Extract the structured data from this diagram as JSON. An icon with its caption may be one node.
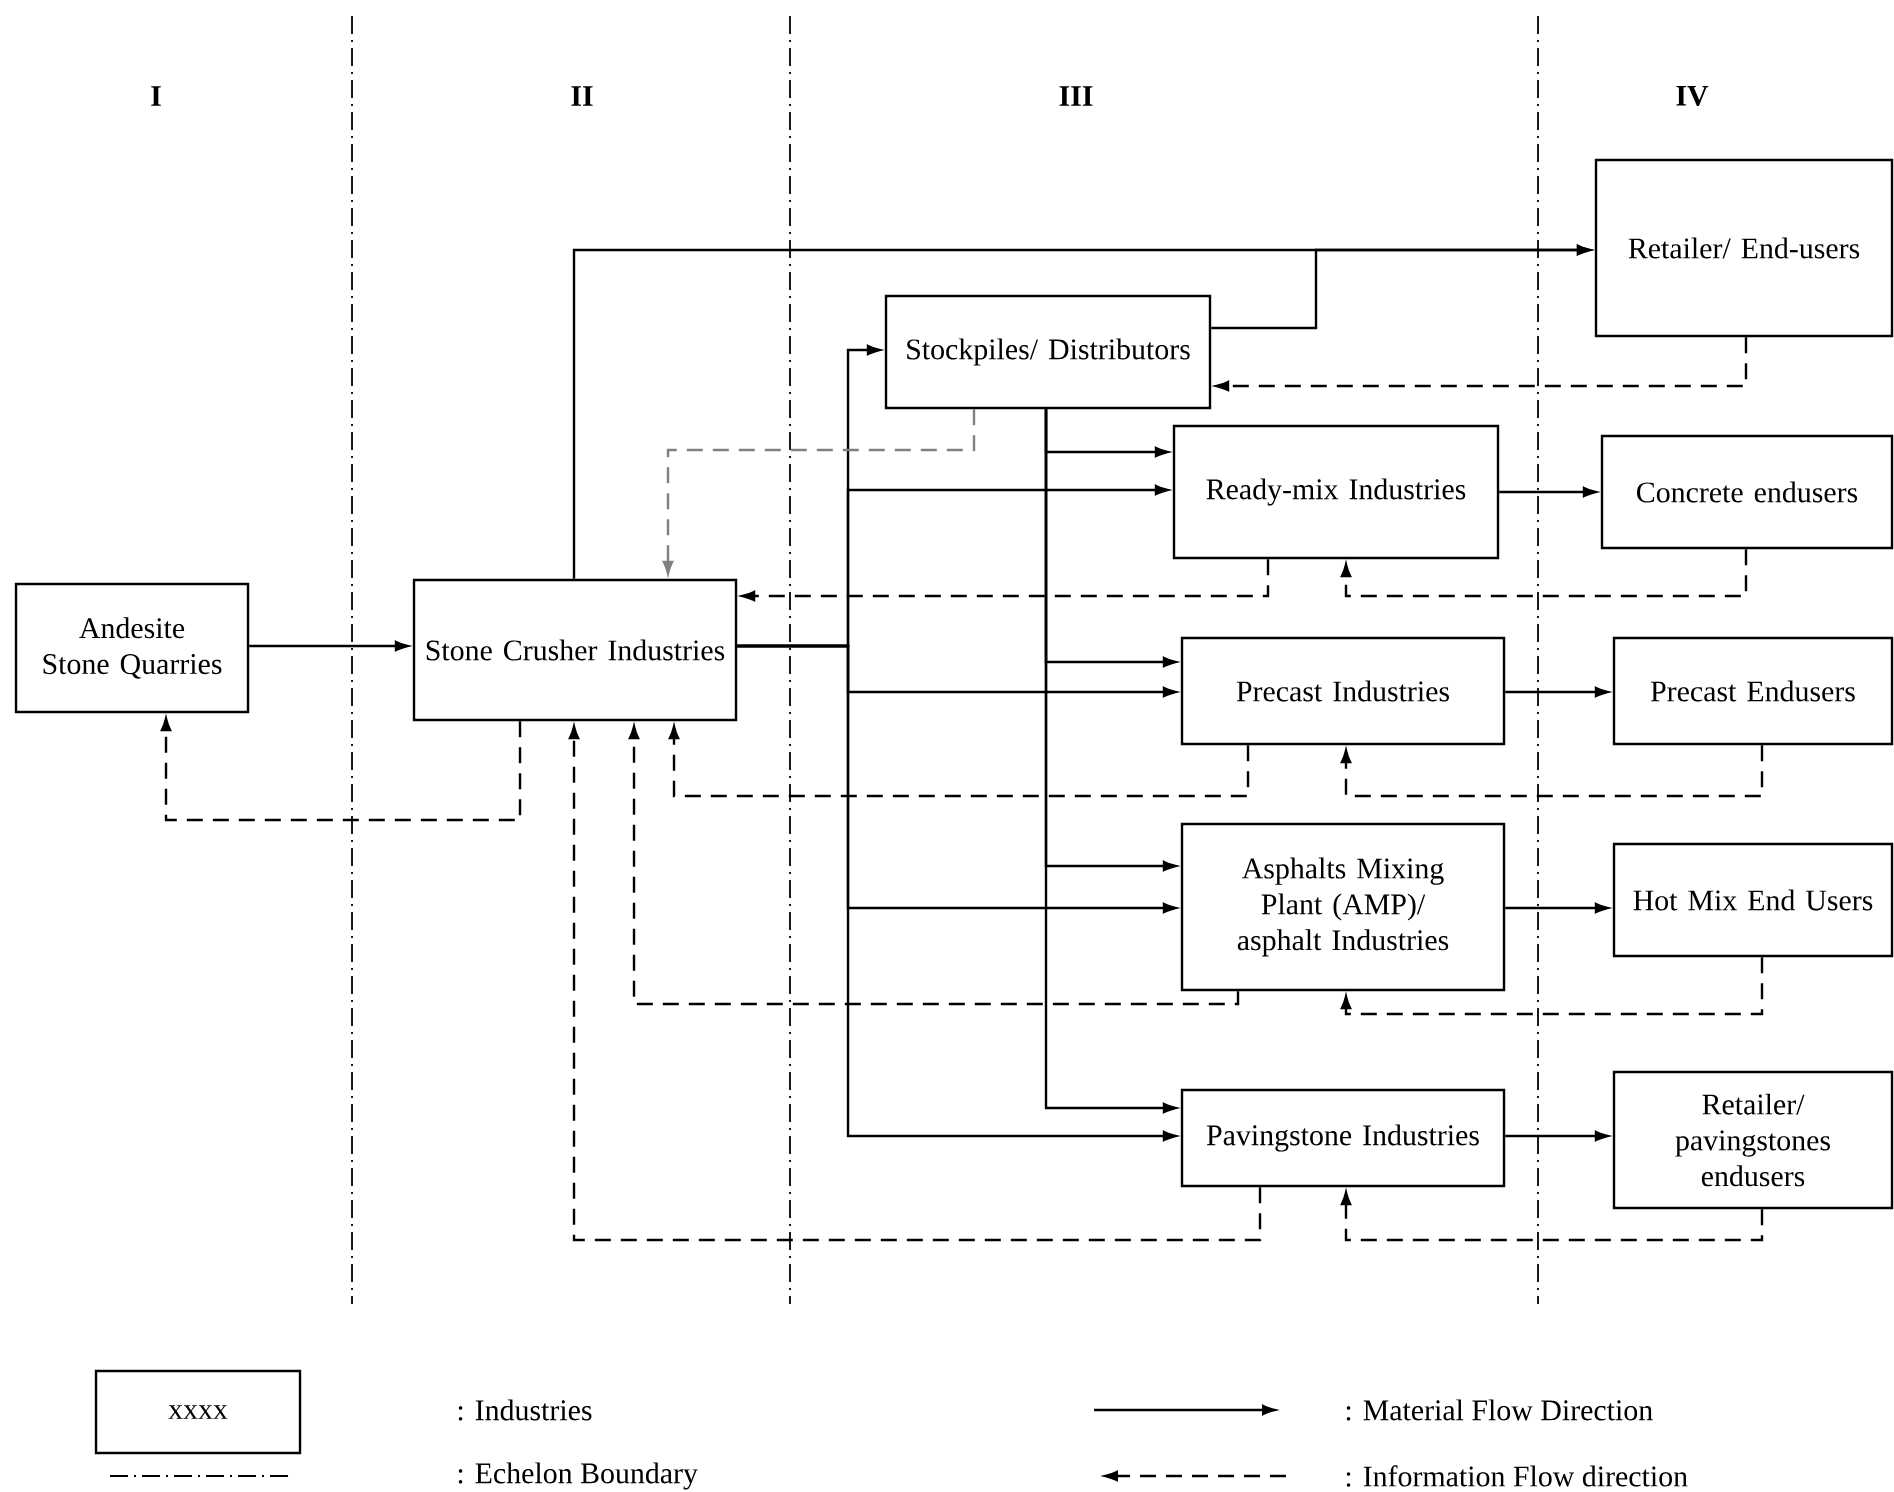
{
  "diagram": {
    "nodes": [
      {
        "text": [
          "Andesite Stone Quarries"
        ]
      },
      {
        "text": [
          "Stone Crusher Industries"
        ]
      },
      {
        "text": [
          "Stockpiles/ Distributors"
        ]
      },
      {
        "text": [
          "Retailer/ End-users"
        ]
      },
      {
        "text": [
          "Ready-mix Industries"
        ]
      },
      {
        "text": [
          "Concrete endusers"
        ]
      },
      {
        "text": [
          "Precast Industries"
        ]
      },
      {
        "text": [
          "Precast Endusers"
        ]
      },
      {
        "text": [
          "Asphalts Mixing Plant (AMP)/ asphalt Industries"
        ]
      },
      {
        "text": [
          "Hot Mix End Users"
        ]
      },
      {
        "text": [
          "Pavingstone Industries"
        ]
      },
      {
        "text": [
          "Retailer/ pavingstones endusers"
        ]
      }
    ],
    "edges": [
      {
        "from": 0,
        "to": 1,
        "arrow": "to"
      },
      {
        "from": 1,
        "to": 3,
        "arrow": "to"
      },
      {
        "from": 1,
        "to": 2,
        "arrow": "to"
      },
      {
        "from": 1,
        "to": 4,
        "arrow": "to"
      },
      {
        "from": 1,
        "to": 6,
        "arrow": "to"
      },
      {
        "from": 1,
        "to": 8,
        "arrow": "to"
      },
      {
        "from": 1,
        "to": 10,
        "arrow": "to"
      },
      {
        "from": 2,
        "to": 3,
        "arrow": "to"
      },
      {
        "from": 2,
        "to": 4,
        "arrow": "to"
      },
      {
        "from": 2,
        "to": 6,
        "arrow": "to"
      },
      {
        "from": 2,
        "to": 8,
        "arrow": "to"
      },
      {
        "from": 2,
        "to": 10,
        "arrow": "to"
      },
      {
        "from": 4,
        "to": 5,
        "arrow": "to"
      },
      {
        "from": 6,
        "to": 7,
        "arrow": "to"
      },
      {
        "from": 8,
        "to": 9,
        "arrow": "to"
      },
      {
        "from": 10,
        "to": 11,
        "arrow": "to"
      },
      {
        "from": 3,
        "to": 2,
        "arrow": "to",
        "style": "dashed"
      },
      {
        "from": 2,
        "to": 1,
        "arrow": "to",
        "style": "dashed",
        "color": "#808080"
      },
      {
        "from": 4,
        "to": 1,
        "arrow": "to",
        "style": "dashed"
      },
      {
        "from": 5,
        "to": 4,
        "arrow": "to",
        "style": "dashed"
      },
      {
        "from": 6,
        "to": 1,
        "arrow": "to",
        "style": "dashed"
      },
      {
        "from": 7,
        "to": 6,
        "arrow": "to",
        "style": "dashed"
      },
      {
        "from": 9,
        "to": 8,
        "arrow": "to",
        "style": "dashed"
      },
      {
        "from": 11,
        "to": 10,
        "arrow": "to",
        "style": "dashed"
      },
      {
        "from": 10,
        "to": 1,
        "arrow": "to",
        "style": "dashed"
      },
      {
        "from": 8,
        "to": 1,
        "arrow": "to",
        "style": "dashed"
      },
      {
        "from": 1,
        "to": 0,
        "arrow": "to",
        "style": "dashed"
      }
    ],
    "labels": [
      "I",
      "II",
      "III",
      "IV",
      "xxxx"
    ],
    "legend": [
      {
        "text": ": Industries"
      },
      {
        "text": ": Material Flow Direction"
      },
      {
        "text": ": Echelon Boundary"
      },
      {
        "text": ": Information Flow direction"
      }
    ]
  }
}
